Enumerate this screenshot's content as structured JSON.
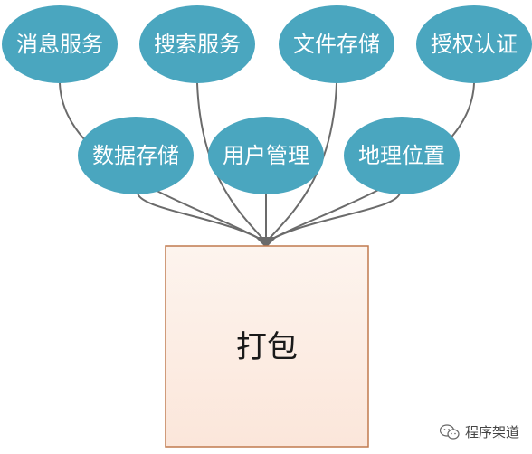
{
  "colors": {
    "node_fill": "#4aa6bf",
    "node_text": "#ffffff",
    "connector": "#6b6b6b",
    "box_border": "#c07a4e",
    "box_fill_top": "#fdf4ee",
    "box_fill_bottom": "#fbe6da"
  },
  "services_row1": [
    {
      "label": "消息服务"
    },
    {
      "label": "搜索服务"
    },
    {
      "label": "文件存储"
    },
    {
      "label": "授权认证"
    }
  ],
  "services_row2": [
    {
      "label": "数据存储"
    },
    {
      "label": "用户管理"
    },
    {
      "label": "地理位置"
    }
  ],
  "package_box": {
    "label": "打包"
  },
  "watermark": {
    "text": "程序架道",
    "icon": "wechat-icon"
  }
}
